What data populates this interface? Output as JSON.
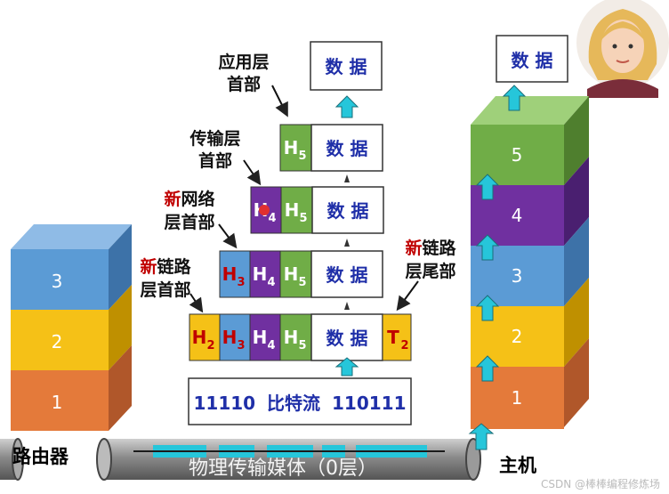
{
  "router": {
    "label": "路由器",
    "layers": [
      "3",
      "2",
      "1"
    ]
  },
  "host": {
    "label": "主机",
    "layers": [
      "5",
      "4",
      "3",
      "2",
      "1"
    ],
    "data_label": "数 据"
  },
  "medium": {
    "label": "物理传输媒体（0层）"
  },
  "stack": {
    "data_label": "数 据",
    "bitstream": {
      "ones_a": "11110",
      "text": "比特流",
      "ones_b": "110111"
    },
    "h5": {
      "letter": "H",
      "sub": "5"
    },
    "h4": {
      "letter": "H",
      "sub": "4"
    },
    "h3": {
      "letter": "H",
      "sub": "3"
    },
    "h2": {
      "letter": "H",
      "sub": "2"
    },
    "t2": {
      "letter": "T",
      "sub": "2"
    }
  },
  "annotations": {
    "app_header": [
      "应用层",
      "首部"
    ],
    "transport_header": [
      "传输层",
      "首部"
    ],
    "network_header": {
      "new": "新",
      "rest": "网络",
      "line2": "层首部"
    },
    "link_header": {
      "new": "新",
      "rest": "链路",
      "line2": "层首部"
    },
    "link_trailer": {
      "new": "新",
      "rest": "链路",
      "line2": "层尾部"
    }
  },
  "watermark": "CSDN @棒棒编程修炼场",
  "colors": {
    "layer5": "#70ad47",
    "layer4": "#7030a0",
    "layer3": "#5b9bd5",
    "layer2": "#f5c117",
    "layer1": "#e47a3a",
    "arrow": "#26c6da",
    "text_blue": "#1f2fa8",
    "text_red": "#c00000"
  }
}
